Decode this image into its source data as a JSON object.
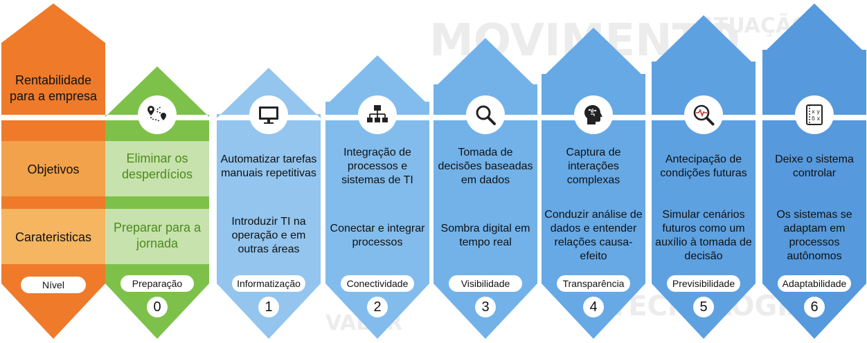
{
  "row_labels": {
    "top": "Rentabilidade para a empresa",
    "objetivos": "Objetivos",
    "caracteristicas": "Carateristicas",
    "nivel": "Nível"
  },
  "columns": [
    {
      "id": "preparacao",
      "icon": "route-map-icon",
      "objective": "Eliminar os desperdícios",
      "characteristic": "Preparar para a jornada",
      "stage": "Preparação",
      "number": "0"
    },
    {
      "id": "informatizacao",
      "icon": "monitor-icon",
      "objective": "Automatizar tarefas manuais repetitivas",
      "characteristic": "Introduzir TI na operação e em outras áreas",
      "stage": "Informatização",
      "number": "1"
    },
    {
      "id": "conectividade",
      "icon": "network-hierarchy-icon",
      "objective": "Integração de processos e sistemas de TI",
      "characteristic": "Conectar e integrar processos",
      "stage": "Conectividade",
      "number": "2"
    },
    {
      "id": "visibilidade",
      "icon": "magnifier-icon",
      "objective": "Tomada de decisões baseadas em dados",
      "characteristic": "Sombra digital em tempo real",
      "stage": "Visibilidade",
      "number": "3"
    },
    {
      "id": "transparencia",
      "icon": "brain-head-icon",
      "objective": "Captura de interações complexas",
      "characteristic": "Conduzir análise de dados e entender relações causa-efeito",
      "stage": "Transparência",
      "number": "4"
    },
    {
      "id": "previsibilidade",
      "icon": "magnifier-pulse-icon",
      "objective": "Antecipação de condições futuras",
      "characteristic": "Simular cenários futuros como um auxílio à tomada de decisão",
      "stage": "Previsibilidade",
      "number": "5"
    },
    {
      "id": "adaptabilidade",
      "icon": "formula-board-icon",
      "objective": "Deixe o sistema controlar",
      "characteristic": "Os sistemas se adaptam em processos autônomos",
      "stage": "Adaptabilidade",
      "number": "6"
    }
  ],
  "colors": {
    "orange_top": "#ee7a2a",
    "orange_mid": "#f2a24b",
    "orange_light": "#f5b561",
    "green_dark": "#7dc14a",
    "green_light": "#c7e2ad",
    "blue_steps": [
      "#93c5ee",
      "#82bcec",
      "#72b2e9",
      "#66a9e5",
      "#5ea1e1",
      "#5699dc"
    ]
  }
}
